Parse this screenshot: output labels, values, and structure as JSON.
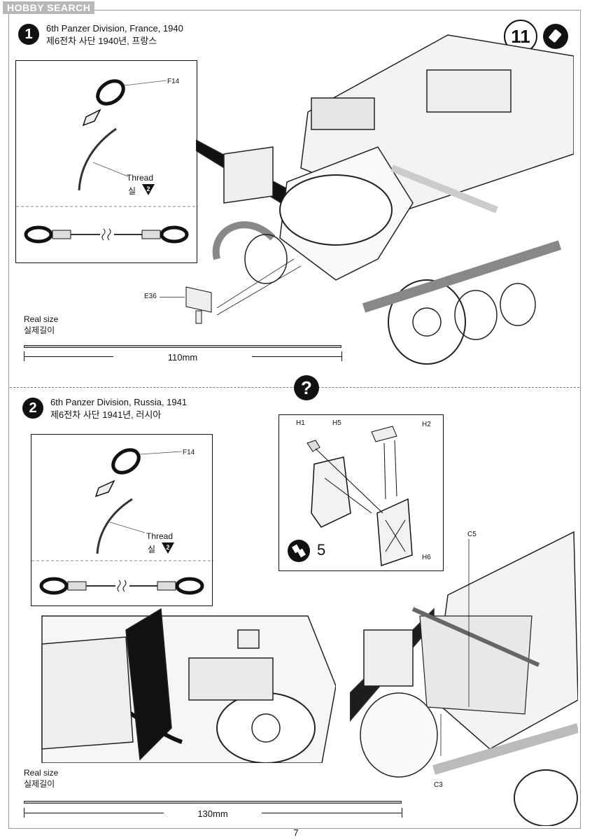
{
  "watermark": "HOBBY SEARCH",
  "page_number": "7",
  "step_number": "11",
  "variant1": {
    "badge": "1",
    "title_en": "6th Panzer Division, France, 1940",
    "title_ko": "제6전차 사단 1940년, 프랑스",
    "inset_part": "F14",
    "thread_en": "Thread",
    "thread_ko": "실",
    "thread_ref": "2",
    "part_e36": "E36",
    "real_size_en": "Real size",
    "real_size_ko": "실제길이",
    "scale_length": "110mm"
  },
  "variant2": {
    "badge": "2",
    "title_en": "6th Panzer Division, Russia, 1941",
    "title_ko": "제6전차 사단 1941년, 러시아",
    "inset_part": "F14",
    "thread_en": "Thread",
    "thread_ko": "실",
    "thread_ref": "2",
    "real_size_en": "Real size",
    "real_size_ko": "실제길이",
    "scale_length": "130mm"
  },
  "subassembly": {
    "parts": [
      "H1",
      "H5",
      "H2",
      "H6"
    ],
    "count": "5"
  },
  "parts_c": {
    "c5": "C5",
    "c3": "C3"
  }
}
